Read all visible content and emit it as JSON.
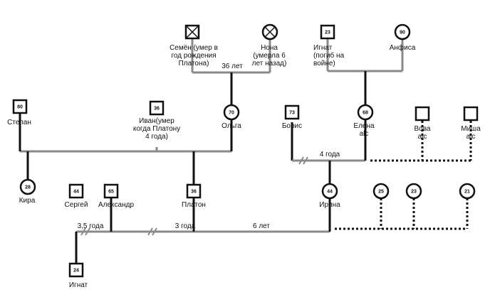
{
  "people": [
    {
      "key": "semyon",
      "shape": "square",
      "deceased": true,
      "label": [
        "Семён (умер в",
        "год рождения",
        "Платона)"
      ]
    },
    {
      "key": "nona",
      "shape": "circle",
      "deceased": true,
      "label": [
        "Нона",
        "(умерла 6",
        "лет назад)"
      ]
    },
    {
      "key": "ignat_sr",
      "shape": "square",
      "age": "23",
      "label": [
        "Игнат",
        "(погиб на",
        "войне)"
      ]
    },
    {
      "key": "anfisa",
      "shape": "circle",
      "age": "90",
      "label": [
        "Анфиса"
      ]
    },
    {
      "key": "stepan",
      "shape": "square",
      "age": "80",
      "label": [
        "Степан"
      ]
    },
    {
      "key": "ivan",
      "shape": "square",
      "age": "36",
      "label": [
        "Иван(умер",
        "когда Платону",
        "4 года)"
      ]
    },
    {
      "key": "olga",
      "shape": "circle",
      "age": "70",
      "label": [
        "Ольга"
      ]
    },
    {
      "key": "boris",
      "shape": "square",
      "age": "73",
      "label": [
        "Борис"
      ]
    },
    {
      "key": "elena",
      "shape": "circle",
      "age": "68",
      "label": [
        "Елена",
        "alc"
      ]
    },
    {
      "key": "vova",
      "shape": "square",
      "label": [
        "Вова",
        "alc"
      ]
    },
    {
      "key": "misha",
      "shape": "square",
      "label": [
        "Миша",
        "alc"
      ]
    },
    {
      "key": "kira",
      "shape": "circle",
      "age": "28",
      "label": [
        "Кира"
      ]
    },
    {
      "key": "sergei",
      "shape": "square",
      "age": "44",
      "label": [
        "Сергей"
      ]
    },
    {
      "key": "aleksandr",
      "shape": "square",
      "age": "65",
      "label": [
        "Александр"
      ]
    },
    {
      "key": "platon",
      "shape": "square",
      "age": "36",
      "label": [
        "Платон"
      ]
    },
    {
      "key": "irina",
      "shape": "circle",
      "age": "44",
      "label": [
        "Ирина"
      ]
    },
    {
      "key": "p25",
      "shape": "circle",
      "age": "25",
      "label": []
    },
    {
      "key": "p23",
      "shape": "circle",
      "age": "23",
      "label": []
    },
    {
      "key": "p21",
      "shape": "circle",
      "age": "21",
      "label": []
    },
    {
      "key": "ignat_jr",
      "shape": "square",
      "age": "24",
      "label": [
        "Игнат"
      ]
    }
  ],
  "relation_labels": {
    "semyon_nona": "36 лет",
    "boris_elena": "4 года",
    "sergei_irina": "3,5 года",
    "platon_divorce": "3 года",
    "platon_irina": "6 лет"
  }
}
